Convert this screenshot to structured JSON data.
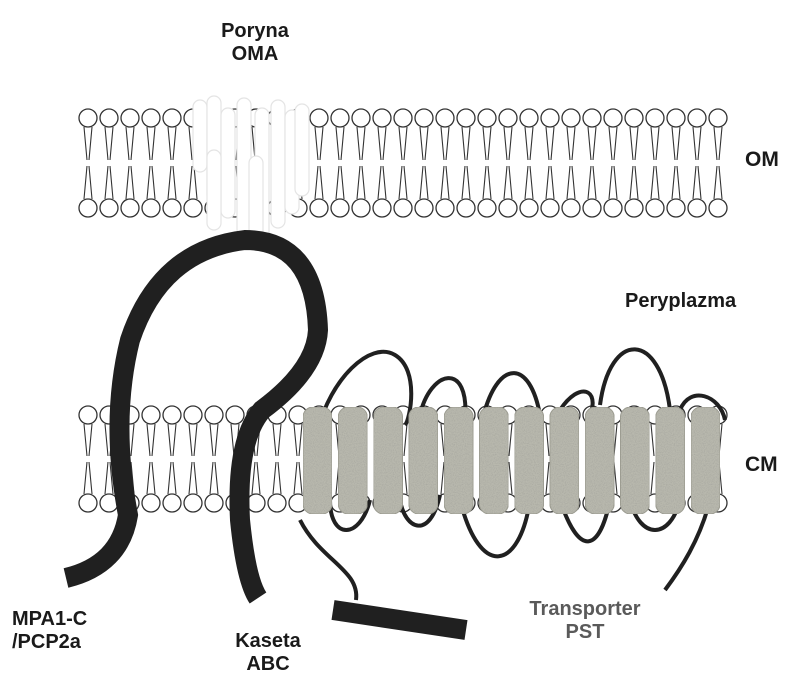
{
  "labels": {
    "porin_line1": "Poryna",
    "porin_line2": "OMA",
    "outer_membrane": "OM",
    "periplasm": "Peryplazma",
    "cytoplasmic_membrane": "CM",
    "mpa_line1": "MPA1-C",
    "mpa_line2": "/PCP2a",
    "abc_line1": "Kaseta",
    "abc_line2": "ABC",
    "pst_line1": "Transporter",
    "pst_line2": "PST"
  },
  "colors": {
    "lipid_outline": "#333333",
    "polypeptide": "#202020",
    "porin_fill": "#ffffff",
    "transmembrane_helix": "#b8b8ad",
    "label_text": "#1a1a1a",
    "pst_label_text": "#5a5a5a"
  },
  "structures": {
    "pst_helix_count": 12
  }
}
